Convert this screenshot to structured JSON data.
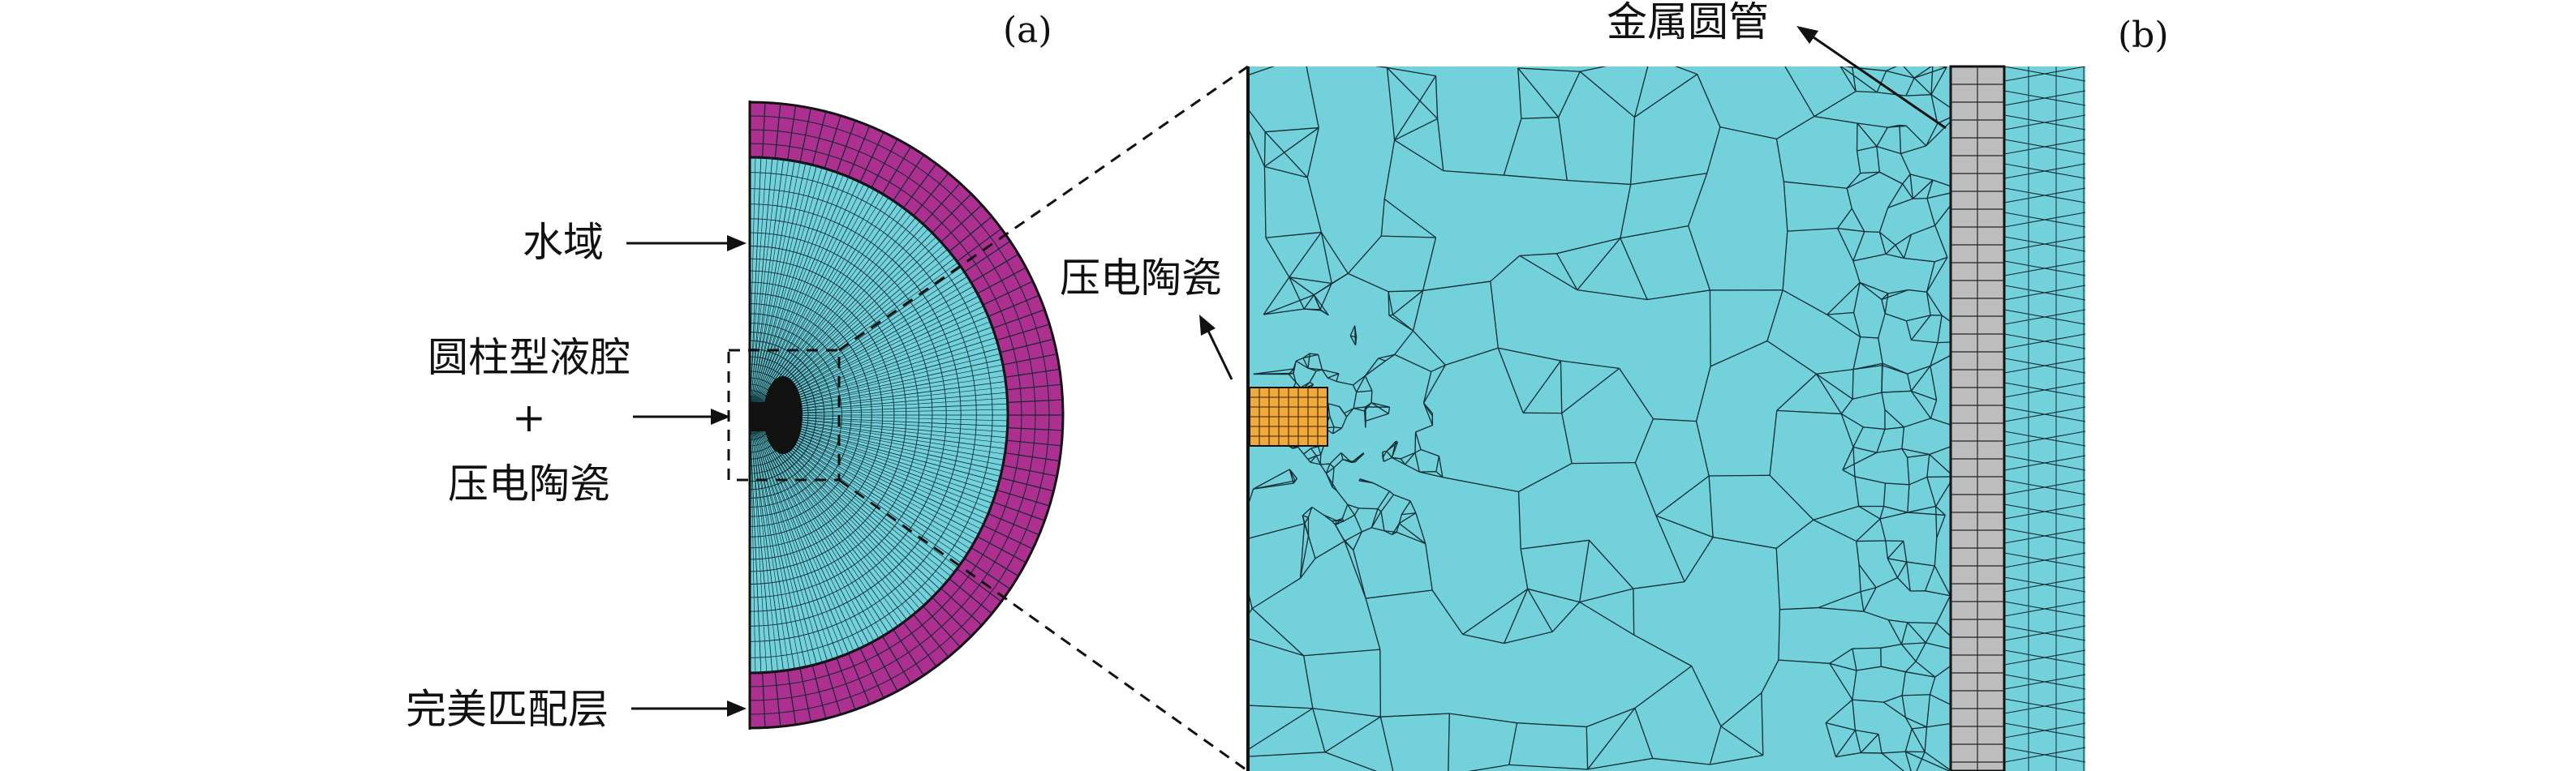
{
  "panels": {
    "a": {
      "label": "(a)"
    },
    "b": {
      "label": "(b)"
    }
  },
  "labels": {
    "water_domain": "水域",
    "cavity_line1": "圆柱型液腔",
    "cavity_plus": "+",
    "cavity_line2": "压电陶瓷",
    "pml": "完美匹配层",
    "piezo_ceramic": "压电陶瓷",
    "metal_tube": "金属圆管"
  },
  "colors": {
    "water": "#73d1dc",
    "pml": "#ad2f8f",
    "piezo": "#f2a93b",
    "metal": "#bdbdbd",
    "mesh_line": "#0c2a30"
  }
}
